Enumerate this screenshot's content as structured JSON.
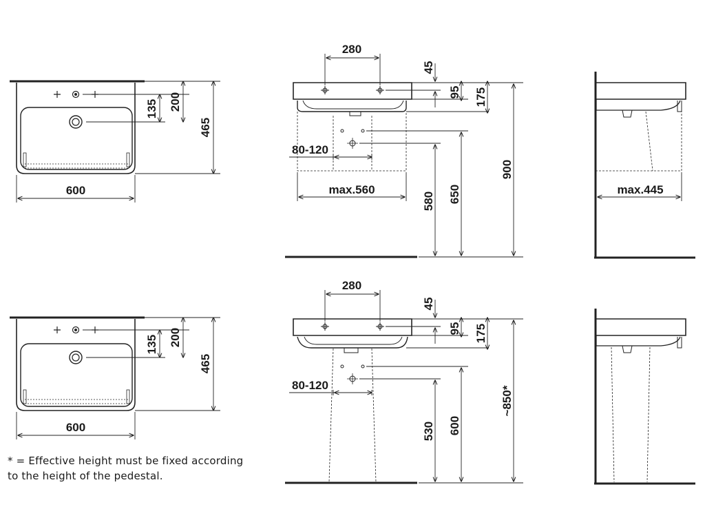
{
  "top_view": {
    "dims": {
      "d135": "135",
      "d200": "200",
      "d465": "465",
      "d600": "600"
    }
  },
  "front_view_wall": {
    "dims": {
      "d280": "280",
      "d45": "45",
      "d95": "95",
      "d175": "175",
      "d80_120": "80-120",
      "max560": "max.560",
      "d580": "580",
      "d650": "650",
      "d900": "900"
    }
  },
  "side_view_wall": {
    "dims": {
      "max445": "max.445"
    }
  },
  "top_view_2": {
    "dims": {
      "d135": "135",
      "d200": "200",
      "d465": "465",
      "d600": "600"
    }
  },
  "front_view_pedestal": {
    "dims": {
      "d280": "280",
      "d45": "45",
      "d95": "95",
      "d175": "175",
      "d80_120": "80-120",
      "d530": "530",
      "d600": "600",
      "d850": "~850*"
    }
  },
  "footnote": {
    "line1": "* = Effective height must be fixed according",
    "line2": "to the height of the pedestal."
  }
}
